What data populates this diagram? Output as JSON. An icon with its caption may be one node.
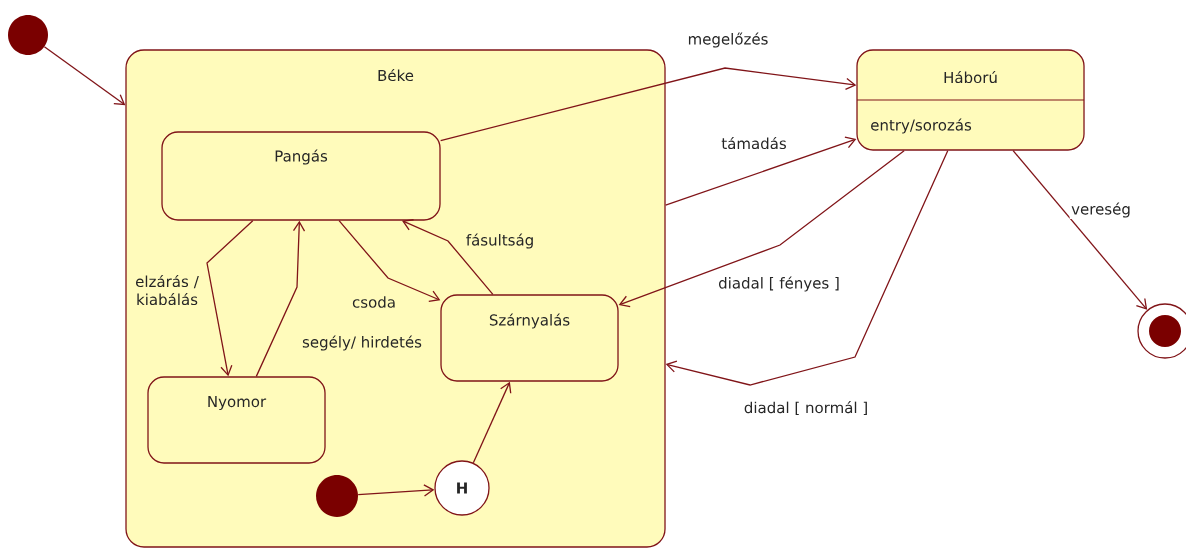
{
  "diagram": {
    "nodes": [
      {
        "text": [],
        "shape": "circle"
      },
      {
        "text": [
          "Béke"
        ]
      },
      {
        "text": [
          "Pangás"
        ],
        "in": 1
      },
      {
        "text": [
          "Szárnyalás"
        ],
        "in": 1
      },
      {
        "text": [
          "Nyomor"
        ],
        "in": 1
      },
      {
        "text": [],
        "shape": "circle",
        "in": 1
      },
      {
        "text": [
          "H"
        ],
        "in": 1
      },
      {
        "text": [
          "Háború",
          "entry/sorozás"
        ]
      },
      {
        "text": [],
        "shape": "circle"
      }
    ],
    "edges": [
      {
        "from": 0,
        "to": 1,
        "arrow": "to"
      },
      {
        "from": 2,
        "to": 7,
        "arrow": "to",
        "label": "megelőzés"
      },
      {
        "from": 1,
        "to": 7,
        "arrow": "to",
        "label": "támadás"
      },
      {
        "from": 7,
        "to": 3,
        "arrow": "to",
        "label": "diadal [ fényes ]"
      },
      {
        "from": 7,
        "to": 1,
        "arrow": "to",
        "label": "diadal [ normál ]"
      },
      {
        "from": 7,
        "to": 8,
        "arrow": "to",
        "label": "vereség"
      },
      {
        "from": 2,
        "to": 4,
        "arrow": "to",
        "label": "elzárás / kiabálás"
      },
      {
        "from": 4,
        "to": 2,
        "arrow": "to",
        "label": "segély/ hirdetés"
      },
      {
        "from": 2,
        "to": 3,
        "arrow": "to",
        "label": "csoda"
      },
      {
        "from": 3,
        "to": 2,
        "arrow": "to",
        "label": "fásultság"
      },
      {
        "from": 5,
        "to": 6,
        "arrow": "to"
      },
      {
        "from": 6,
        "to": 3,
        "arrow": "to"
      }
    ]
  }
}
